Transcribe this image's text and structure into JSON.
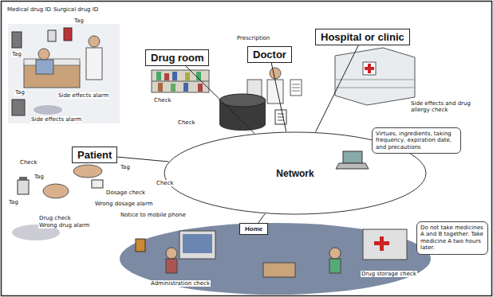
{
  "diagram": {
    "nodes": [
      {
        "text": [
          "Drug room"
        ]
      },
      {
        "text": [
          "Doctor"
        ]
      },
      {
        "text": [
          "Hospital or clinic"
        ]
      },
      {
        "text": [
          "Patient"
        ]
      },
      {
        "text": [
          "Network"
        ]
      },
      {
        "text": [
          "Home"
        ]
      },
      {
        "text": [
          "Virtues, ingredients, taking frequency, expiration date, and precautions"
        ]
      },
      {
        "text": [
          "Do not take medicines A and B together. Take medicine A two hours later."
        ]
      }
    ],
    "edges": [
      {
        "from": 0,
        "to": 4,
        "arrow": "none"
      },
      {
        "from": 1,
        "to": 4,
        "arrow": "none"
      },
      {
        "from": 2,
        "to": 4,
        "arrow": "none"
      },
      {
        "from": 3,
        "to": 4,
        "arrow": "none"
      },
      {
        "from": 5,
        "to": 4,
        "arrow": "none"
      }
    ],
    "labels": [
      "Medical drug ID",
      "Surgical drug ID",
      "Tag",
      "Tag",
      "Tag",
      "Side effects alarm",
      "Side effects alarm",
      "Check",
      "Check",
      "Prescription",
      "Side effects and drug allergy check",
      "Check",
      "Tag",
      "Tag",
      "Dosage check",
      "Wrong dosage alarm",
      "Notice to mobile phone",
      "Drug check",
      "Wrong drug alarm",
      "Administration check",
      "Drug storage check",
      "Tag",
      "Check"
    ]
  }
}
